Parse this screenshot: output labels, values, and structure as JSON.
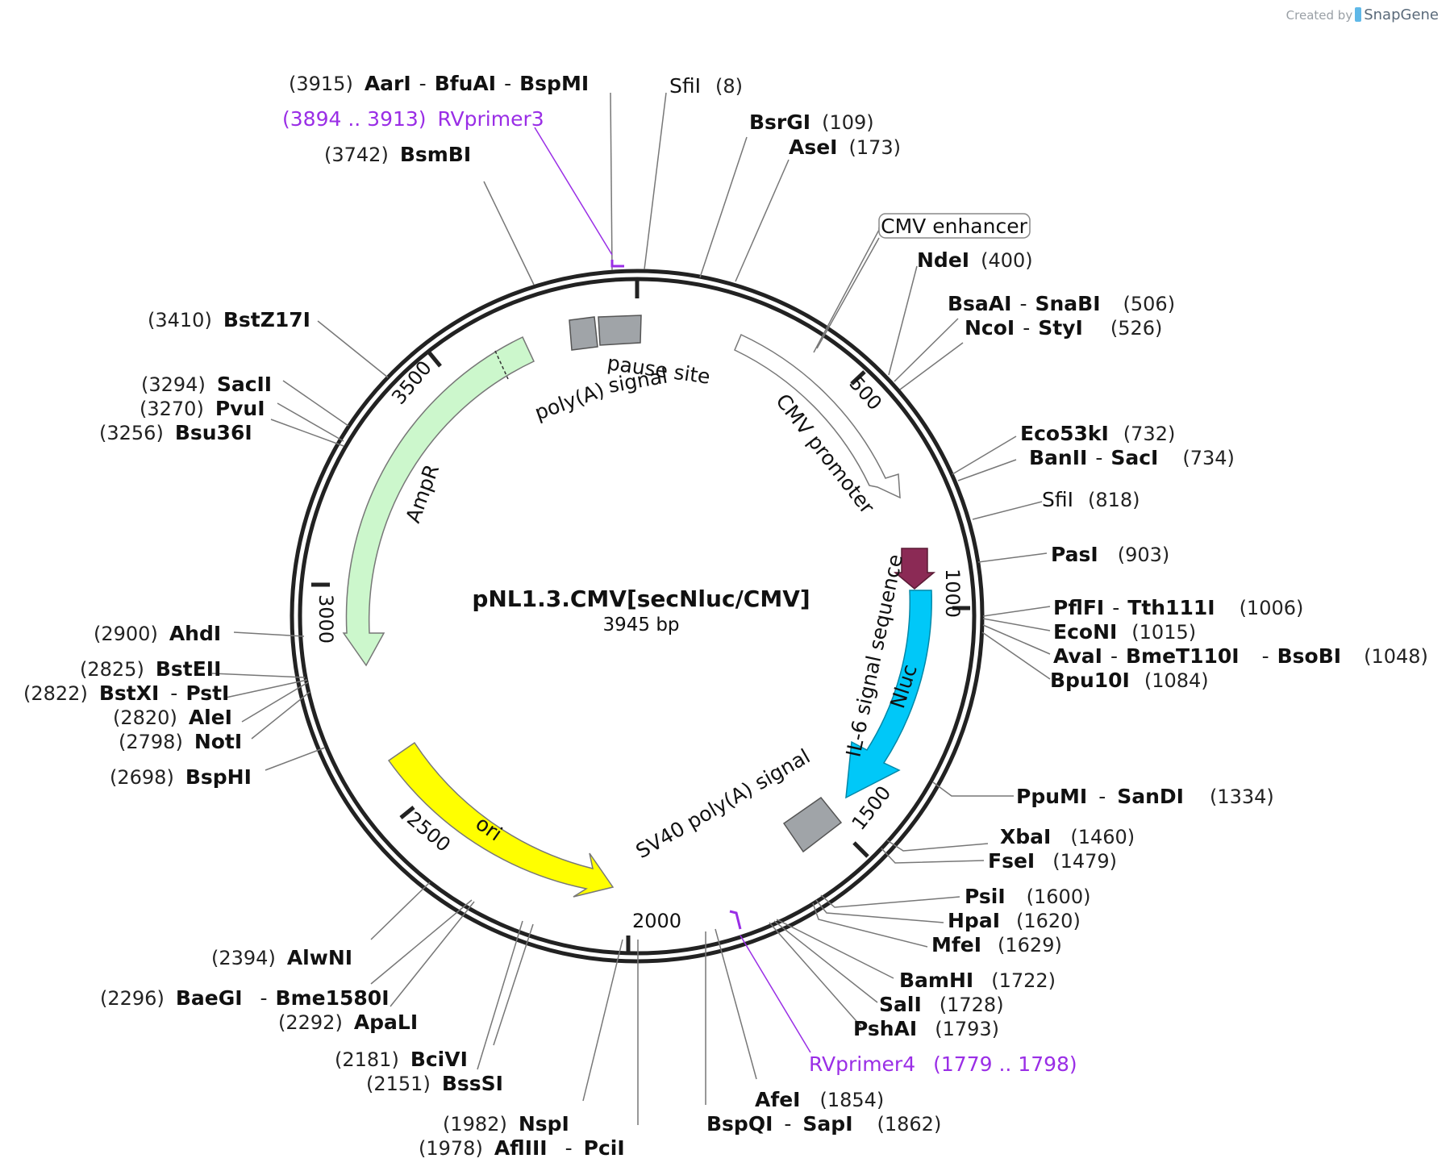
{
  "credit": {
    "created_by": "Created by",
    "brand": "SnapGene"
  },
  "plasmid": {
    "name": "pNL1.3.CMV[secNluc/CMV]",
    "size_label": "3945 bp",
    "length": 3945
  },
  "ticks": [
    "500",
    "1000",
    "1500",
    "2000",
    "2500",
    "3000",
    "3500"
  ],
  "features": [
    {
      "id": "cmv-promoter",
      "label": "CMV promoter",
      "color": "#ffffff"
    },
    {
      "id": "il6",
      "label": "IL-6 signal sequence",
      "color": "#8b2a55"
    },
    {
      "id": "nluc",
      "label": "Nluc",
      "color": "#00c8f8"
    },
    {
      "id": "sv40",
      "label": "SV40 poly(A) signal",
      "color": "#a0a4a8"
    },
    {
      "id": "ori",
      "label": "ori",
      "color": "#ffff00"
    },
    {
      "id": "ampr",
      "label": "AmpR",
      "color": "#ccf7cc"
    },
    {
      "id": "polya",
      "label": "poly(A) signal",
      "label_a": "poly(A)",
      "label_b": "signal",
      "color": "#a0a4a8"
    },
    {
      "id": "pause",
      "label": "pause site",
      "color": "#a0a4a8"
    }
  ],
  "cmv_enhancer": "CMV enhancer",
  "sites": [
    {
      "pos": "(3915)",
      "names": [
        "AarI",
        "BfuAI",
        "BspMI"
      ]
    },
    {
      "names": [
        "SfiI"
      ],
      "pos": "(8)",
      "plain": true
    },
    {
      "names": [
        "BsrGI"
      ],
      "pos": "(109)"
    },
    {
      "names": [
        "AseI"
      ],
      "pos": "(173)"
    },
    {
      "names": [
        "NdeI"
      ],
      "pos": "(400)"
    },
    {
      "names": [
        "BsaAI",
        "SnaBI"
      ],
      "pos": "(506)"
    },
    {
      "names": [
        "NcoI",
        "StyI"
      ],
      "pos": "(526)"
    },
    {
      "names": [
        "Eco53kI"
      ],
      "pos": "(732)"
    },
    {
      "names": [
        "BanII",
        "SacI"
      ],
      "pos": "(734)"
    },
    {
      "names": [
        "SfiI"
      ],
      "pos": "(818)",
      "plain": true
    },
    {
      "names": [
        "PasI"
      ],
      "pos": "(903)"
    },
    {
      "names": [
        "PflFI",
        "Tth111I"
      ],
      "pos": "(1006)"
    },
    {
      "names": [
        "EcoNI"
      ],
      "pos": "(1015)"
    },
    {
      "names": [
        "AvaI",
        "BmeT110I",
        "BsoBI"
      ],
      "pos": "(1048)"
    },
    {
      "names": [
        "Bpu10I"
      ],
      "pos": "(1084)"
    },
    {
      "names": [
        "PpuMI",
        "SanDI"
      ],
      "pos": "(1334)"
    },
    {
      "names": [
        "XbaI"
      ],
      "pos": "(1460)"
    },
    {
      "names": [
        "FseI"
      ],
      "pos": "(1479)"
    },
    {
      "names": [
        "PsiI"
      ],
      "pos": "(1600)"
    },
    {
      "names": [
        "HpaI"
      ],
      "pos": "(1620)"
    },
    {
      "names": [
        "MfeI"
      ],
      "pos": "(1629)"
    },
    {
      "names": [
        "BamHI"
      ],
      "pos": "(1722)"
    },
    {
      "names": [
        "SalI"
      ],
      "pos": "(1728)"
    },
    {
      "names": [
        "PshAI"
      ],
      "pos": "(1793)"
    },
    {
      "names": [
        "AfeI"
      ],
      "pos": "(1854)"
    },
    {
      "names": [
        "BspQI",
        "SapI"
      ],
      "pos": "(1862)"
    },
    {
      "pos": "(1982)",
      "names": [
        "NspI"
      ]
    },
    {
      "pos": "(1978)",
      "names": [
        "AflIII",
        "PciI"
      ]
    },
    {
      "pos": "(2181)",
      "names": [
        "BciVI"
      ]
    },
    {
      "pos": "(2151)",
      "names": [
        "BssSI"
      ]
    },
    {
      "pos": "(2394)",
      "names": [
        "AlwNI"
      ]
    },
    {
      "pos": "(2296)",
      "names": [
        "BaeGI",
        "Bme1580I"
      ]
    },
    {
      "pos": "(2292)",
      "names": [
        "ApaLI"
      ]
    },
    {
      "pos": "(2698)",
      "names": [
        "BspHI"
      ]
    },
    {
      "pos": "(2798)",
      "names": [
        "NotI"
      ]
    },
    {
      "pos": "(2820)",
      "names": [
        "AleI"
      ]
    },
    {
      "pos": "(2822)",
      "names": [
        "BstXI",
        "PstI"
      ]
    },
    {
      "pos": "(2825)",
      "names": [
        "BstEII"
      ]
    },
    {
      "pos": "(2900)",
      "names": [
        "AhdI"
      ]
    },
    {
      "pos": "(3256)",
      "names": [
        "Bsu36I"
      ]
    },
    {
      "pos": "(3270)",
      "names": [
        "PvuI"
      ]
    },
    {
      "pos": "(3294)",
      "names": [
        "SacII"
      ]
    },
    {
      "pos": "(3410)",
      "names": [
        "BstZ17I"
      ]
    },
    {
      "pos": "(3742)",
      "names": [
        "BsmBI"
      ]
    }
  ],
  "primers": [
    {
      "name": "RVprimer3",
      "range": "(3894 .. 3913)"
    },
    {
      "name": "RVprimer4",
      "range": "(1779 .. 1798)"
    }
  ]
}
